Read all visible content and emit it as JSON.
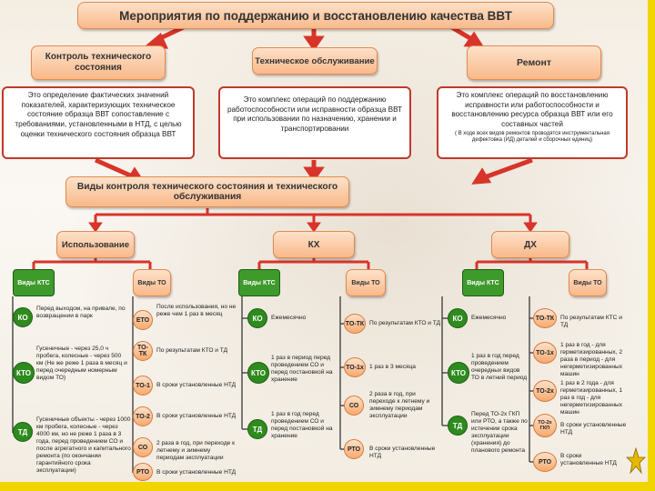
{
  "title": "Мероприятия по поддержанию и восстановлению качества ВВТ",
  "top": {
    "ktc": "Контроль технического состояния",
    "to": "Техническое обслуживание",
    "remont": "Ремонт"
  },
  "desc": {
    "ktc": "Это определение фактических значений показателей, характеризующих техническое состояние образца ВВТ сопоставление с требованиями, установленными в НТД, с целью оценки технического состояния образца ВВТ",
    "to": "Это комплекс операций по поддержанию работоспособности или исправности образца ВВТ при использовании по назначению, хранении и транспортировании",
    "remont": "Это комплекс операций по восстановлению исправности или работоспособности и восстановлению ресурса образца ВВТ или его составных частей",
    "remont_note": "( В ходе всех видов ремонтов проводятся инструментальная дефектовка (ИД) деталей и сборочных единиц)"
  },
  "vidy": "Виды контроля технического состояния и технического обслуживания",
  "modes": {
    "ispolzovanie": "Использование",
    "kh": "КХ",
    "dh": "ДХ"
  },
  "vidy_ktc": "Виды КТС",
  "vidy_to": "Виды ТО",
  "col1": {
    "ktc_items": [
      {
        "code": "КО",
        "text": "Перед выходом, на привале, по возвращении в парк"
      },
      {
        "code": "КТО",
        "text": "Гусеничные - через 25,0 ч пробега, колесные - через 500 км (Не же реже 1 раза в месяц и перед очередным номерным видом ТО)"
      },
      {
        "code": "ТД",
        "text": "Гусеничные объекты - через 1000 км пробега, колесные - через 4000 км, но не реже 1 раза в 3 года, перед проведением СО и после агрегатного и капитального ремонта (по окончании гарантийного срока эксплуатации)"
      }
    ],
    "to_items": [
      {
        "code": "ЕТО",
        "text": "После использования, но не реже чем 1 раз в месяц"
      },
      {
        "code": "ТО-ТК",
        "text": "По результатам КТО и ТД"
      },
      {
        "code": "ТО-1",
        "text": "В сроки установленные НТД"
      },
      {
        "code": "ТО-2",
        "text": "В сроки установленные НТД"
      },
      {
        "code": "СО",
        "text": "2 раза в год, при переходе к летнему и зимнему периодам эксплуатации"
      },
      {
        "code": "РТО",
        "text": "В сроки установленные НТД"
      }
    ]
  },
  "col2": {
    "ktc_items": [
      {
        "code": "КО",
        "text": "Ежемесячно"
      },
      {
        "code": "КТО",
        "text": "1 раз в период перед проведением СО и перед постановкой на хранение"
      },
      {
        "code": "ТД",
        "text": "1 раз в год перед проведением СО и перед постановкой на хранение"
      }
    ],
    "to_items": [
      {
        "code": "ТО-ТК",
        "text": "По результатам КТО и ТД"
      },
      {
        "code": "ТО-1х",
        "text": "1 раз в 3 месяца"
      },
      {
        "code": "СО",
        "text": "2 раза в год, при переходе к летнему и зимнему периодам эксплуатации"
      },
      {
        "code": "РТО",
        "text": "В сроки установленные НТД"
      }
    ]
  },
  "col3": {
    "ktc_items": [
      {
        "code": "КО",
        "text": "Ежемесячно"
      },
      {
        "code": "КТО",
        "text": "1 раз в год перед проведением очередных видов ТО в летний период"
      },
      {
        "code": "ТД",
        "text": "Перед ТО-2х ГКП или РТО, а также по истечении срока эксплуатации (хранения) до планового ремонта"
      }
    ],
    "to_items": [
      {
        "code": "ТО-ТК",
        "text": "По результатам КТС и ТД"
      },
      {
        "code": "ТО-1х",
        "text": "1 раз в год - для герметизированных, 2 раза в период - для негерметизированных машин"
      },
      {
        "code": "ТО-2х",
        "text": "1 раз в 2 года - для герметизированных, 1 раз в год - для негерметизированных машин"
      },
      {
        "code": "ТО-2х ГКП",
        "text": "В сроки установленные НТД"
      },
      {
        "code": "РТО",
        "text": "В сроки установленные НТД"
      }
    ]
  }
}
